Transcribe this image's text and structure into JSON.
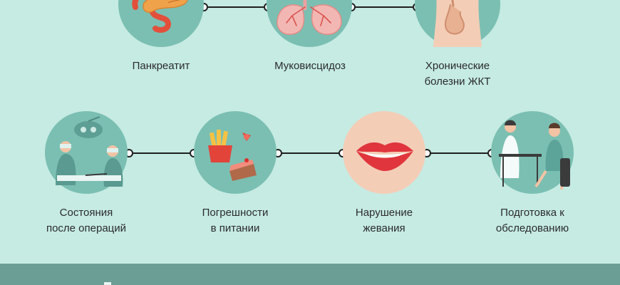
{
  "row1": [
    {
      "label": "Панкреатит"
    },
    {
      "label": "Муковисцидоз"
    },
    {
      "label": "Хронические\nболезни ЖКТ"
    }
  ],
  "row2": [
    {
      "label": "Состояния\nпосле операций"
    },
    {
      "label": "Погрешности\nв питании"
    },
    {
      "label": "Нарушение\nжевания"
    },
    {
      "label": "Подготовка к\nобследованию"
    }
  ],
  "colors": {
    "background": "#c5ebe3",
    "circle": "#7bbfb2",
    "circle_accent": "#f4cdb7",
    "connector": "#1f1f1f",
    "footer": "#6b9e95"
  }
}
